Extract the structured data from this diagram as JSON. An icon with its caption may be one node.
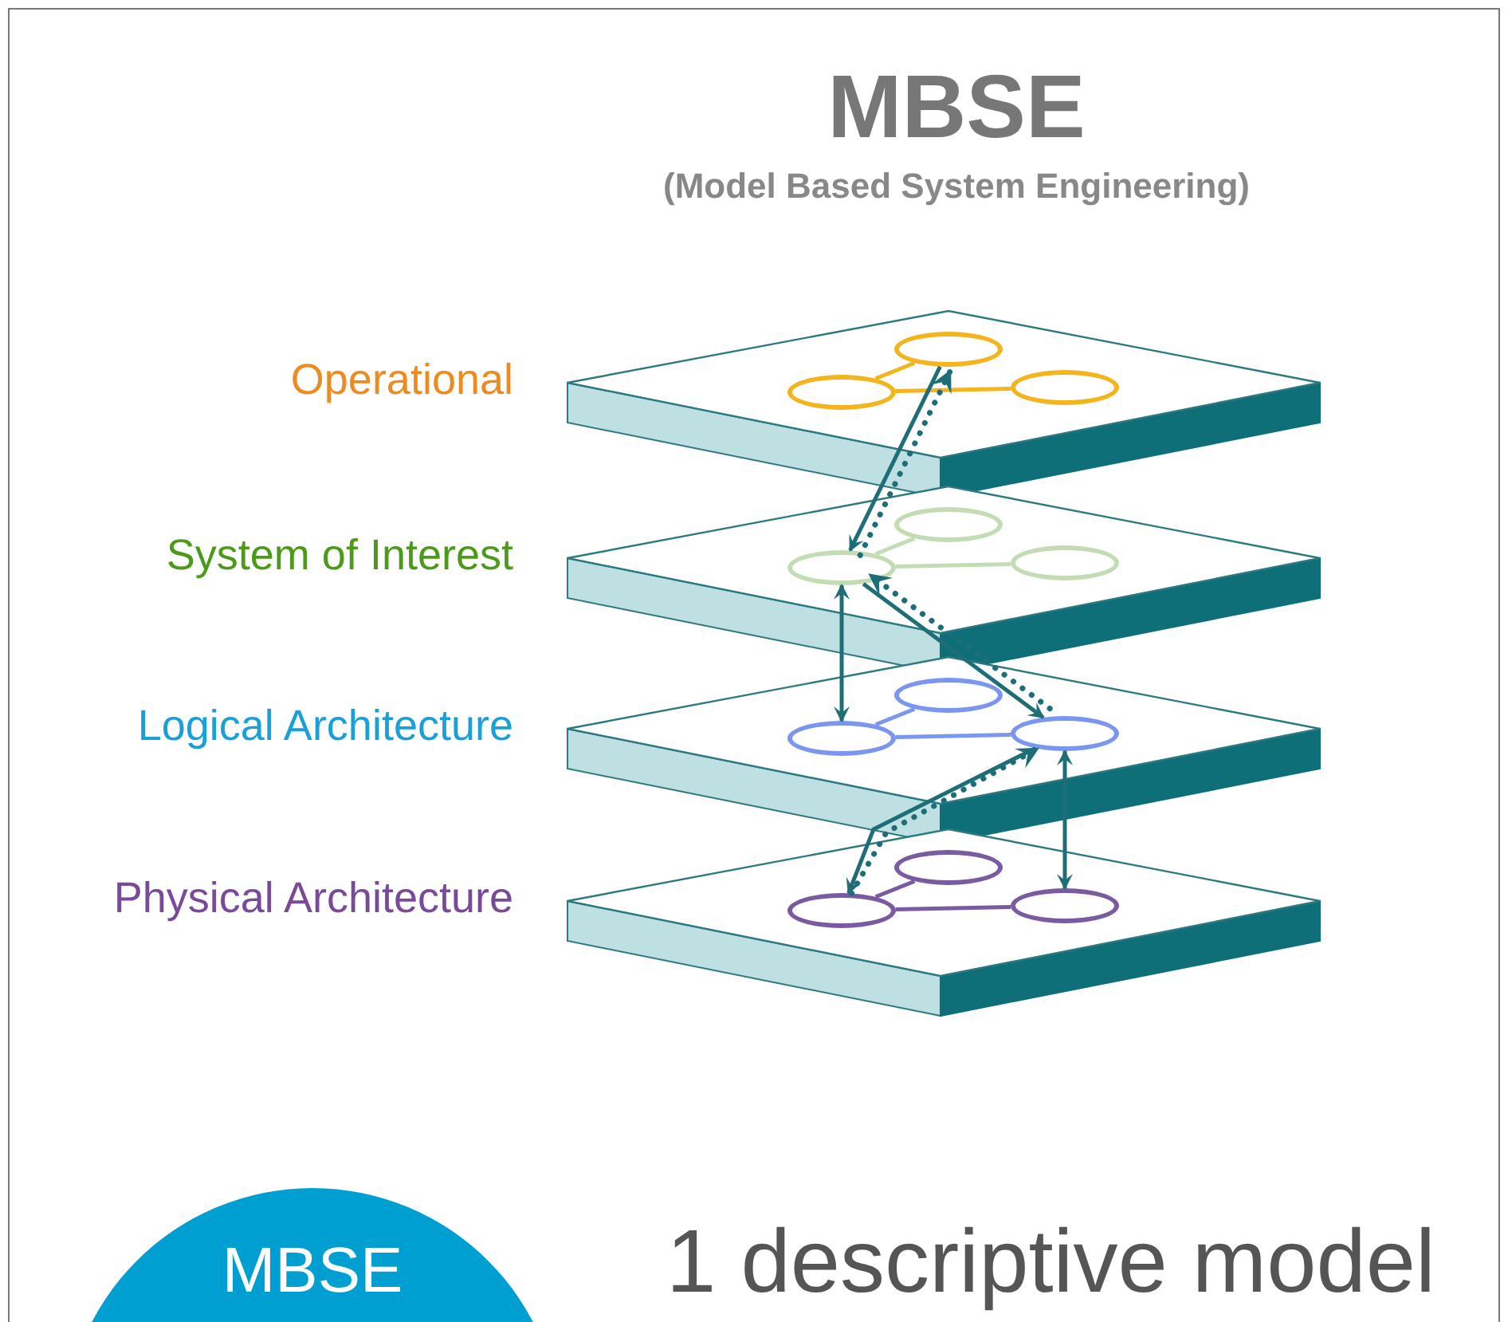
{
  "diagram": {
    "title": "MBSE",
    "nodes": [
      {
        "text": [
          "Operational"
        ]
      },
      {
        "text": [],
        "shape": "ellipse",
        "in": 0
      },
      {
        "text": [],
        "shape": "ellipse",
        "in": 0
      },
      {
        "text": [],
        "shape": "ellipse",
        "in": 0
      },
      {
        "text": [
          "System of Interest"
        ]
      },
      {
        "text": [],
        "shape": "ellipse",
        "in": 4
      },
      {
        "text": [],
        "shape": "ellipse",
        "in": 4
      },
      {
        "text": [],
        "shape": "ellipse",
        "in": 4
      },
      {
        "text": [
          "Logical Architecture"
        ]
      },
      {
        "text": [],
        "shape": "ellipse",
        "in": 8
      },
      {
        "text": [],
        "shape": "ellipse",
        "in": 8
      },
      {
        "text": [],
        "shape": "ellipse",
        "in": 8
      },
      {
        "text": [
          "Physical Architecture"
        ]
      },
      {
        "text": [],
        "shape": "ellipse",
        "in": 12
      },
      {
        "text": [],
        "shape": "ellipse",
        "in": 12
      },
      {
        "text": [],
        "shape": "ellipse",
        "in": 12
      },
      {
        "text": [
          "MBSE"
        ]
      }
    ],
    "edges": [
      {
        "from": 2,
        "to": 1,
        "arrow": "none",
        "color": "#f3b41c"
      },
      {
        "from": 2,
        "to": 3,
        "arrow": "none",
        "color": "#f3b41c"
      },
      {
        "from": 6,
        "to": 5,
        "arrow": "none",
        "color": "#c4dcb4"
      },
      {
        "from": 6,
        "to": 7,
        "arrow": "none",
        "color": "#c4dcb4"
      },
      {
        "from": 10,
        "to": 9,
        "arrow": "none",
        "color": "#7b96ee"
      },
      {
        "from": 10,
        "to": 11,
        "arrow": "none",
        "color": "#7b96ee"
      },
      {
        "from": 14,
        "to": 13,
        "arrow": "none",
        "color": "#7a5aa0"
      },
      {
        "from": 14,
        "to": 15,
        "arrow": "none",
        "color": "#7a5aa0"
      },
      {
        "from": 6,
        "to": 1,
        "arrow": "to",
        "style": "dashed",
        "color": "#1e6e78"
      },
      {
        "from": 1,
        "to": 6,
        "arrow": "to",
        "color": "#1e6e78"
      },
      {
        "from": 11,
        "to": 6,
        "arrow": "to",
        "style": "dashed",
        "color": "#1e6e78"
      },
      {
        "from": 6,
        "to": 10,
        "arrow": "both",
        "color": "#1e6e78"
      },
      {
        "from": 6,
        "to": 11,
        "arrow": "to",
        "color": "#1e6e78"
      },
      {
        "from": 14,
        "to": 11,
        "arrow": "to",
        "style": "dashed",
        "color": "#1e6e78"
      },
      {
        "from": 11,
        "to": 14,
        "arrow": "to",
        "color": "#1e6e78"
      },
      {
        "from": 11,
        "to": 15,
        "arrow": "both",
        "color": "#1e6e78"
      }
    ],
    "labels": [
      "(Model Based System Engineering)",
      "1 descriptive model"
    ]
  }
}
